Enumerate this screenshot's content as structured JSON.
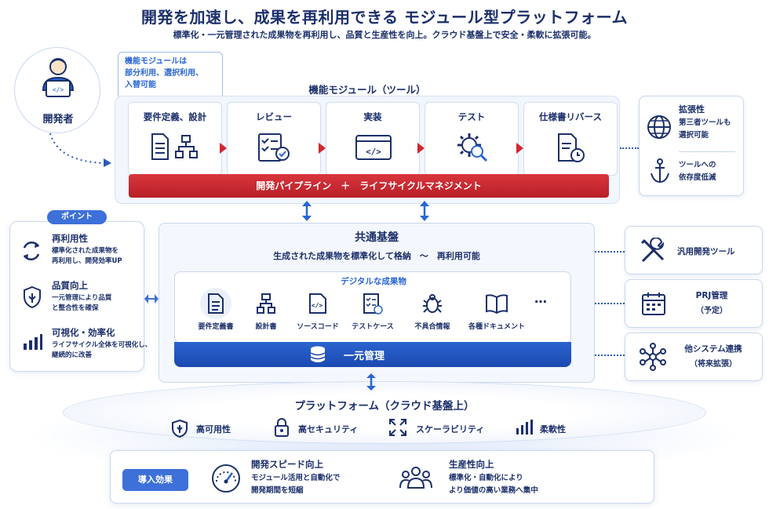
{
  "header": {
    "title": "開発を加速し、成果を再利用できる モジュール型プラットフォーム",
    "subtitle": "標準化・一元管理された成果物を再利用し、品質と生産性を向上。クラウド基盤上で安全・柔軟に拡張可能。"
  },
  "developer": {
    "label": "開発者",
    "bubble": [
      "機能モジュールは",
      "部分利用、選択利用、",
      "入替可能"
    ]
  },
  "modules": {
    "title": "機能モジュール（ツール）",
    "items": [
      {
        "label": "要件定義、設計",
        "icon": "document-flowchart-icon"
      },
      {
        "label": "レビュー",
        "icon": "checklist-icon"
      },
      {
        "label": "実装",
        "icon": "code-window-icon"
      },
      {
        "label": "テスト",
        "icon": "gear-search-icon"
      },
      {
        "label": "仕様書リバース",
        "icon": "document-reverse-icon"
      }
    ],
    "bar_label": "開発パイプライン　＋　ライフサイクルマネジメント"
  },
  "extension": {
    "items": [
      {
        "title": "拡張性",
        "desc": [
          "第三者ツールも",
          "選択可能"
        ],
        "icon": "globe-icon"
      },
      {
        "title": "ツールへの",
        "desc": [
          "依存度低減"
        ],
        "icon": "anchor-icon"
      }
    ]
  },
  "points": {
    "badge": "ポイント",
    "items": [
      {
        "title": "再利用性",
        "desc": [
          "標準化された成果物を",
          "再利用し、開発効率UP"
        ],
        "icon": "recycle-icon"
      },
      {
        "title": "品質向上",
        "desc": [
          "一元管理により品質",
          "と整合性を確保"
        ],
        "icon": "shield-icon"
      },
      {
        "title": "可視化・効率化",
        "desc": [
          "ライフサイクル全体を可視化し、",
          "継続的に改善"
        ],
        "icon": "bar-chart-icon"
      }
    ]
  },
  "common": {
    "title": "共通基盤",
    "subtitle": "生成された成果物を標準化して格納　～　再利用可能",
    "digital_title": "デジタルな成果物",
    "artifacts": [
      {
        "label": "要件定義書",
        "icon": "document-icon"
      },
      {
        "label": "設計書",
        "icon": "org-chart-icon"
      },
      {
        "label": "ソースコード",
        "icon": "code-icon"
      },
      {
        "label": "テストケース",
        "icon": "test-list-icon"
      },
      {
        "label": "不具合情報",
        "icon": "bug-icon"
      },
      {
        "label": "各種ドキュメント",
        "icon": "book-icon"
      }
    ],
    "more": "…",
    "unified_label": "一元管理"
  },
  "right_tools": [
    {
      "title": "汎用開発ツール",
      "sub": "",
      "icon": "tools-icon"
    },
    {
      "title": "PRJ管理",
      "sub": "（予定）",
      "icon": "calendar-icon"
    },
    {
      "title": "他システム連携",
      "sub": "（将来拡張）",
      "icon": "network-icon"
    }
  ],
  "platform": {
    "title": "プラットフォーム（クラウド基盤上）",
    "features": [
      {
        "label": "高可用性",
        "icon": "shield-icon"
      },
      {
        "label": "高セキュリティ",
        "icon": "lock-icon"
      },
      {
        "label": "スケーラビリティ",
        "icon": "expand-icon"
      },
      {
        "label": "柔軟性",
        "icon": "bar-chart-icon"
      }
    ]
  },
  "effects": {
    "badge": "導入効果",
    "items": [
      {
        "title": "開発スピード向上",
        "desc": [
          "モジュール活用と自動化で",
          "開発期間を短縮"
        ],
        "icon": "speedometer-icon"
      },
      {
        "title": "生産性向上",
        "desc": [
          "標準化・自動化により",
          "より価値の高い業務へ集中"
        ],
        "icon": "team-icon"
      }
    ]
  }
}
